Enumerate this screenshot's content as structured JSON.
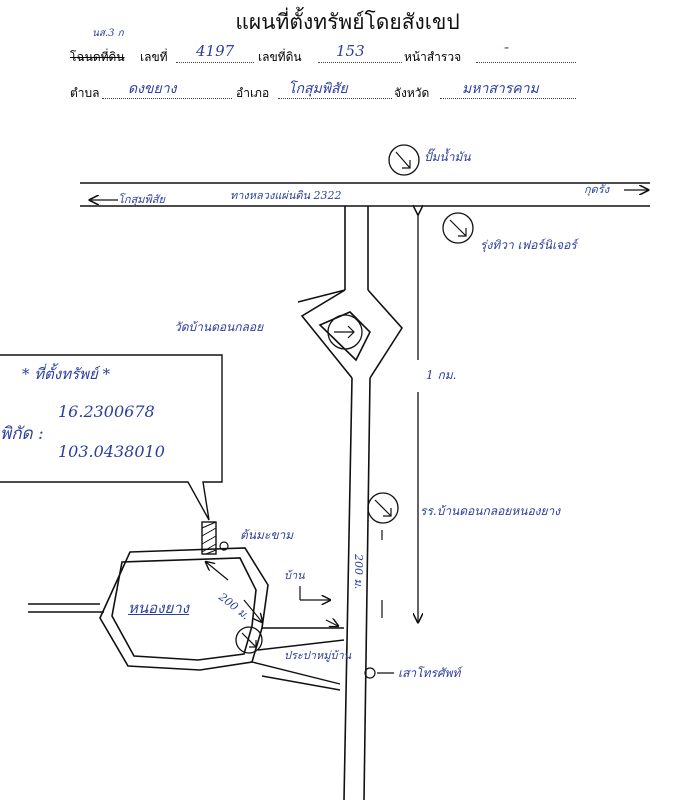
{
  "header": {
    "title": "แผนที่ตั้งทรัพย์โดยสังเขป",
    "hand_above": "นส.3 ก",
    "f1_label": "โฉนดที่ดิน",
    "f2_label": "เลขที่",
    "f2_value": "4197",
    "f3_label": "เลขที่ดิน",
    "f3_value": "153",
    "f4_label": "หน้าสำรวจ",
    "f4_value": "-",
    "f5_label": "ตำบล",
    "f5_value": "ดงขยาง",
    "f6_label": "อำเภอ",
    "f6_value": "โกสุมพิสัย",
    "f7_label": "จังหวัด",
    "f7_value": "มหาสารคาม"
  },
  "map": {
    "road_label": "ทางหลวงแผ่นดิน 2322",
    "left_direction": "โกสุมพิสัย",
    "right_direction": "กุดรัง",
    "landmark_gas": "ปั๊มน้ำมัน",
    "landmark_factory": "รุ่งทิวา เฟอร์นิเจอร์",
    "landmark_temple": "วัดบ้านดอนกลอย",
    "landmark_school": "รร.บ้านดอนกลอยหนองยาง",
    "landmark_tree": "ต้นมะขาม",
    "landmark_house": "บ้าน",
    "landmark_water": "ประปาหมู่บ้าน",
    "landmark_pole": "เสาโทรศัพท์",
    "pond_label": "หนองยาง",
    "dist_1km": "1 กม.",
    "dist_200_vertical": "200 ม.",
    "dist_200_diag": "200 ม.",
    "infobox_title": "* ที่ตั้งทรัพย์ *",
    "coord_label": "พิกัด :",
    "lat": "16.2300678",
    "lon": "103.0438010"
  }
}
